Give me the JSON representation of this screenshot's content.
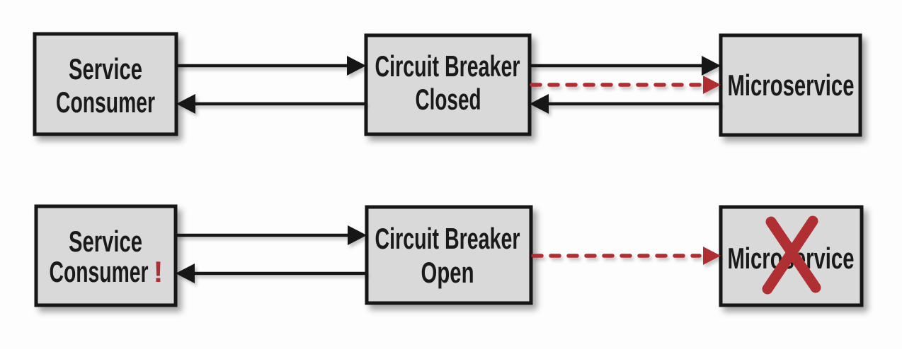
{
  "colors": {
    "background": "#fdfdfd",
    "box_fill": "#d9d9d9",
    "box_border": "#141414",
    "label_text": "#1a1a1a",
    "closed_green": "#39964e",
    "alert_red": "#b02f32",
    "arrow_black": "#141414"
  },
  "rows": [
    {
      "name": "closed-state",
      "consumer": {
        "line1": "Service",
        "line2": "Consumer"
      },
      "breaker": {
        "label": "Circuit Breaker",
        "state": "Closed"
      },
      "service": {
        "label": "Microservice",
        "failed": false
      },
      "arrows": [
        {
          "from": "service-consumer",
          "to": "circuit-breaker",
          "style": "solid-black"
        },
        {
          "from": "circuit-breaker",
          "to": "service-consumer",
          "style": "solid-black"
        },
        {
          "from": "circuit-breaker",
          "to": "microservice",
          "style": "solid-black"
        },
        {
          "from": "circuit-breaker",
          "to": "microservice",
          "style": "dashed-red"
        },
        {
          "from": "microservice",
          "to": "circuit-breaker",
          "style": "solid-black"
        }
      ]
    },
    {
      "name": "open-state",
      "consumer": {
        "line1": "Service",
        "line2": "Consumer",
        "alert": "!"
      },
      "breaker": {
        "label": "Circuit Breaker",
        "state": "Open"
      },
      "service": {
        "label": "Microservice",
        "failed": true
      },
      "arrows": [
        {
          "from": "service-consumer",
          "to": "circuit-breaker",
          "style": "solid-black"
        },
        {
          "from": "circuit-breaker",
          "to": "service-consumer",
          "style": "solid-black"
        },
        {
          "from": "circuit-breaker",
          "to": "microservice",
          "style": "dashed-red"
        }
      ]
    }
  ]
}
